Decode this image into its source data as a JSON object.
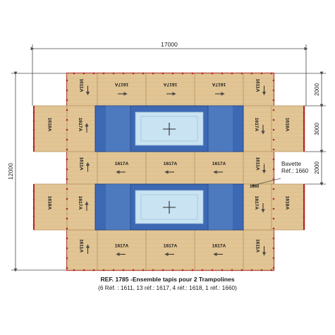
{
  "dimensions": {
    "width_mm": "17000",
    "height_mm": "12000",
    "right_segments_mm": [
      "2000",
      "3000",
      "2000"
    ]
  },
  "annotation": {
    "line1": "Bavette",
    "line2": "Réf.: 1660",
    "strip_label": "1660"
  },
  "caption": {
    "title": "REF. 1785 -Ensemble tapis pour 2 Trampolines",
    "subtitle": "(6 Réf. : 1611, 13 réf.: 1617, 4 réf.: 1618, 1 réf.: 1660)"
  },
  "colors": {
    "mat": "#e2c595",
    "mat_edge": "#b9955e",
    "border_red": "#b3242c",
    "trampoline_bed": "#3d68b4",
    "trampoline_frame": "#28457f",
    "center_bed": "#c9e3f2",
    "dim_line": "#4a4a4a"
  },
  "mats": [
    {
      "label": "1611A",
      "kind": "top"
    },
    {
      "label": "1617A",
      "kind": "top"
    },
    {
      "label": "1617A",
      "kind": "top"
    },
    {
      "label": "1617A",
      "kind": "top"
    },
    {
      "label": "1611A",
      "kind": "top-right"
    },
    {
      "label": "1618A",
      "kind": "side-left"
    },
    {
      "label": "1617A",
      "kind": "side-inner-left"
    },
    {
      "label": "1617A",
      "kind": "side-inner-right"
    },
    {
      "label": "1618A",
      "kind": "side-right"
    },
    {
      "label": "1611A",
      "kind": "middle-left"
    },
    {
      "label": "1617A",
      "kind": "middle"
    },
    {
      "label": "1617A",
      "kind": "middle"
    },
    {
      "label": "1617A",
      "kind": "middle"
    },
    {
      "label": "1611A",
      "kind": "middle-right"
    },
    {
      "label": "1618A",
      "kind": "side-left"
    },
    {
      "label": "1617A",
      "kind": "side-inner-left"
    },
    {
      "label": "1617A",
      "kind": "side-inner-right"
    },
    {
      "label": "1618A",
      "kind": "side-right"
    },
    {
      "label": "1611A",
      "kind": "bottom-left"
    },
    {
      "label": "1617A",
      "kind": "bottom"
    },
    {
      "label": "1617A",
      "kind": "bottom"
    },
    {
      "label": "1617A",
      "kind": "bottom"
    },
    {
      "label": "1611A",
      "kind": "bottom-right"
    }
  ]
}
